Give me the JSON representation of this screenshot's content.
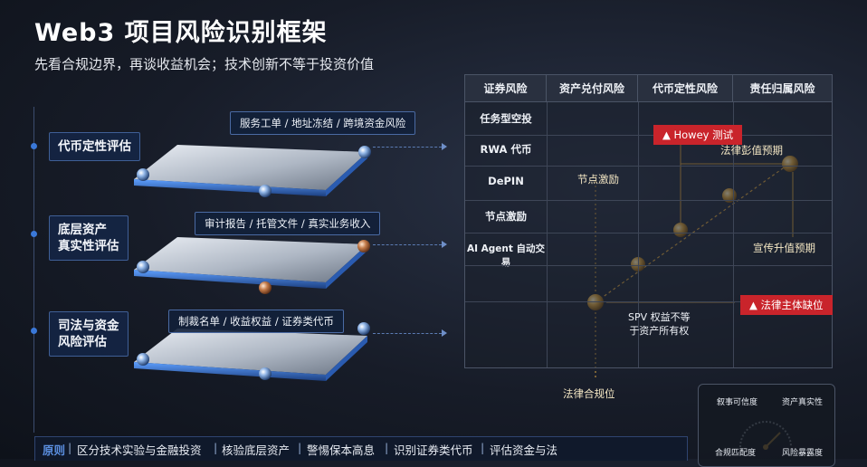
{
  "header": {
    "title": "Web3 项目风险识别框架",
    "subtitle": "先看合规边界，再谈收益机会；技术创新不等于投资价值"
  },
  "stages": [
    {
      "label_line1": "代币定性评估",
      "label_line2": "",
      "tag": "服务工单 / 地址冻结 / 跨境资金风险"
    },
    {
      "label_line1": "底层资产",
      "label_line2": "真实性评估",
      "tag": "审计报告 / 托管文件 / 真实业务收入"
    },
    {
      "label_line1": "司法与资金",
      "label_line2": "风险评估",
      "tag": "制裁名单 / 收益权益 / 证券类代币"
    }
  ],
  "matrix": {
    "columns": [
      "证券风险",
      "资产兑付风险",
      "代币定性风险",
      "责任归属风险"
    ],
    "rows": [
      "任务型空投",
      "RWA 代币",
      "DePIN",
      "节点激励",
      "AI Agent 自动交易"
    ]
  },
  "annotations": {
    "howey": "Howey 测试",
    "legal_expect": "法律彭值预期",
    "node_incentive": "节点激励",
    "promo_expect": "宣传升值预期",
    "legal_entity": "法律主体缺位",
    "spv_line1": "SPV 权益不等",
    "spv_line2": "于资产所有权",
    "legal_compliance": "法律合规位"
  },
  "gauge": {
    "top_left": "叙事可信度",
    "top_right": "资产真实性",
    "bottom_left": "合规匹配度",
    "bottom_right": "风险暴露度"
  },
  "footer": {
    "label": "原则",
    "items": [
      "区分技术实验与金融投资",
      "核验底层资产",
      "警惕保本高息",
      "识别证券类代币",
      "评估资金与法"
    ]
  },
  "colors": {
    "accent_blue": "#3a78d8",
    "gold_node": "#d9a441",
    "red_tag": "#c9242b",
    "footer_label": "#5b8fe0"
  }
}
